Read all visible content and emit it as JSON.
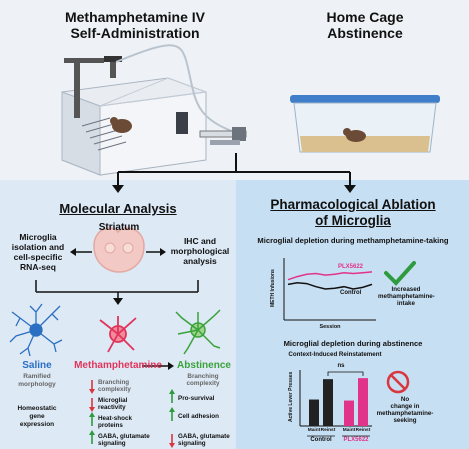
{
  "header": {
    "title_left_line1": "Methamphetamine IV",
    "title_left_line2": "Self-Administration",
    "title_right_line1": "Home Cage",
    "title_right_line2": "Abstinence"
  },
  "molecular": {
    "title": "Molecular Analysis",
    "striatum": "Striatum",
    "left_method": [
      "Microglia",
      "isolation and",
      "cell-specific",
      "RNA-seq"
    ],
    "right_method": [
      "IHC and",
      "morphological",
      "analysis"
    ],
    "saline": {
      "label": "Saline",
      "sub": [
        "Ramified",
        "morphology"
      ],
      "note": [
        "Homeostatic",
        "gene",
        "expression"
      ]
    },
    "meth": {
      "label": "Methamphetamine",
      "items": [
        {
          "arrow": "down",
          "text": [
            "Branching",
            "complexity"
          ]
        },
        {
          "arrow": "down",
          "text": [
            "Microglial",
            "reactivity"
          ]
        },
        {
          "arrow": "up",
          "text": [
            "Heat-shock",
            "proteins"
          ]
        },
        {
          "arrow": "up",
          "text": [
            "GABA, glutamate",
            "signaling"
          ]
        }
      ]
    },
    "abstinence": {
      "label": "Abstinence",
      "items": [
        {
          "arrow": "none",
          "text": [
            "Branching",
            "complexity"
          ]
        },
        {
          "arrow": "up",
          "text": [
            "Pro-survival"
          ]
        },
        {
          "arrow": "up",
          "text": [
            "Cell adhesion"
          ]
        },
        {
          "arrow": "down",
          "text": [
            "GABA, glutamate",
            "signaling"
          ]
        }
      ]
    }
  },
  "pharm": {
    "title_line1": "Pharmacological Ablation",
    "title_line2": "of Microglia",
    "sub1": "Microglial depletion during methamphetamine-taking",
    "line_ylabel": "METH Infusions",
    "line_xlabel": "Session",
    "series_plx": "PLX5622",
    "series_control": "Control",
    "result1": [
      "Increased",
      "methamphetamine-",
      "intake"
    ],
    "sub2": "Microglial depletion during abstinence",
    "bar_title": "Context-Induced Reinstatement",
    "bar_ylabel": "Active Lever Presses",
    "ns": "ns",
    "result2": [
      "No",
      "change in",
      "methamphetamine-",
      "seeking"
    ]
  },
  "chart_data": [
    {
      "type": "line",
      "title": "",
      "xlabel": "Session",
      "ylabel": "METH Infusions",
      "x": [
        1,
        2,
        3,
        4,
        5,
        6,
        7,
        8,
        9,
        10
      ],
      "series": [
        {
          "name": "PLX5622",
          "values": [
            5.2,
            5.6,
            5.9,
            6.0,
            5.8,
            5.9,
            6.1,
            6.0,
            6.1,
            6.2
          ]
        },
        {
          "name": "Control",
          "values": [
            4.6,
            4.8,
            4.7,
            4.3,
            4.0,
            4.1,
            4.3,
            4.0,
            4.2,
            4.6
          ]
        }
      ],
      "ylim": [
        0,
        8
      ],
      "grid": false
    },
    {
      "type": "bar",
      "title": "Context-Induced Reinstatement",
      "ylabel": "Active Lever Presses",
      "categories": [
        "Maint",
        "Reinst",
        "Maint",
        "Reinst"
      ],
      "groups": [
        "Control",
        "Control",
        "PLX5622",
        "PLX5622"
      ],
      "values": [
        2.6,
        4.6,
        2.5,
        4.7
      ],
      "colors": [
        "#222222",
        "#222222",
        "#e2338a",
        "#e2338a"
      ],
      "ylim": [
        0,
        5.5
      ]
    }
  ],
  "colors": {
    "meth": "#e0345b",
    "abstinence": "#3aa23a",
    "saline": "#2b6fc2",
    "plx": "#e2338a",
    "arrow_up": "#2e9b3e",
    "arrow_down": "#d9363e"
  }
}
